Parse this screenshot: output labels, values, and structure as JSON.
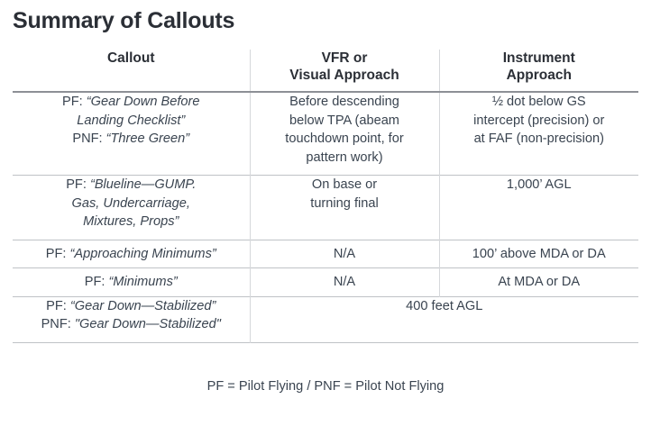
{
  "page": {
    "title": "Summary of Callouts",
    "footer_note": "PF = Pilot Flying / PNF = Pilot Not Flying",
    "text_color": "#3a4450",
    "title_color": "#2b2f36",
    "rule_color": "#8d9096",
    "thin_rule_color": "#bfc2c6",
    "background": "#ffffff"
  },
  "table": {
    "headers": {
      "col1": {
        "line1": "Callout",
        "line2": ""
      },
      "col2": {
        "line1": "VFR or",
        "line2": "Visual Approach"
      },
      "col3": {
        "line1": "Instrument",
        "line2": "Approach"
      }
    },
    "rows": [
      {
        "callout": {
          "lines": [
            {
              "label": "PF: ",
              "quote": "“Gear Down Before"
            },
            {
              "label": "",
              "quote": "Landing Checklist”"
            },
            {
              "label": "PNF: ",
              "quote": "“Three Green”"
            }
          ]
        },
        "vfr": {
          "lines": [
            "Before descending",
            "below TPA (abeam",
            "touchdown point, for",
            "pattern work)"
          ]
        },
        "instrument": {
          "lines": [
            "½ dot below GS",
            "intercept (precision) or",
            "at FAF (non-precision)"
          ]
        }
      },
      {
        "callout": {
          "lines": [
            {
              "label": "PF: ",
              "quote": "“Blueline—GUMP."
            },
            {
              "label": "",
              "quote": "Gas, Undercarriage,"
            },
            {
              "label": "",
              "quote": "Mixtures, Props”"
            }
          ]
        },
        "vfr": {
          "lines": [
            "On base or",
            "turning final"
          ]
        },
        "instrument": {
          "lines": [
            "1,000’ AGL"
          ]
        }
      },
      {
        "callout": {
          "lines": [
            {
              "label": "PF: ",
              "quote": "“Approaching Minimums”"
            }
          ]
        },
        "vfr": {
          "lines": [
            "N/A"
          ]
        },
        "instrument": {
          "lines": [
            "100’ above MDA or DA"
          ]
        }
      },
      {
        "callout": {
          "lines": [
            {
              "label": "PF: ",
              "quote": "“Minimums”"
            }
          ]
        },
        "vfr": {
          "lines": [
            "N/A"
          ]
        },
        "instrument": {
          "lines": [
            "At MDA or DA"
          ]
        }
      },
      {
        "callout": {
          "lines": [
            {
              "label": "PF: ",
              "quote": "“Gear Down—Stabilized”"
            },
            {
              "label": "PNF: ",
              "quote": "\"Gear Down—Stabilized\""
            }
          ]
        },
        "merged": {
          "lines": [
            "400 feet AGL"
          ]
        }
      }
    ]
  }
}
